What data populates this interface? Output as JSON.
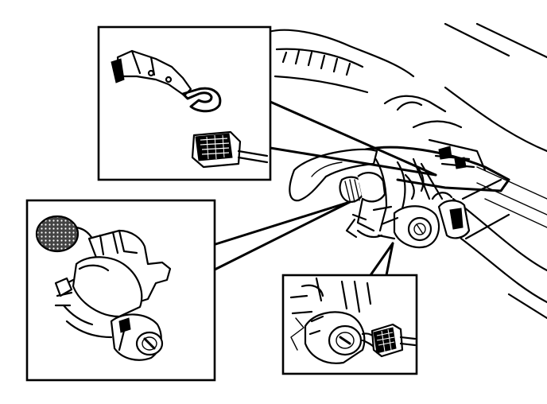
{
  "diagram": {
    "callouts": [
      {
        "id": "connector-plug-detail",
        "target": "steering-column-connector"
      },
      {
        "id": "ignition-switch-detail",
        "target": "ignition-switch"
      },
      {
        "id": "lock-cylinder-detail",
        "target": "lock-cylinder-connector"
      }
    ]
  }
}
